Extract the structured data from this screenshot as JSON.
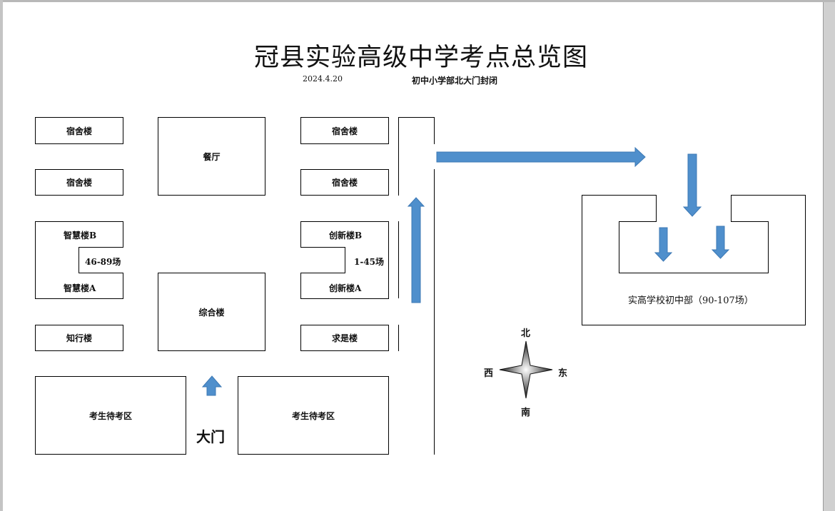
{
  "title": "冠县实验高级中学考点总览图",
  "date": "2024.4.20",
  "notice": "初中小学部北大门封闭",
  "buildings": {
    "dorm1": "宿舍楼",
    "dorm2": "宿舍楼",
    "canteen": "餐厅",
    "dorm3": "宿舍楼",
    "dorm4": "宿舍楼",
    "zhihui_b": "智慧楼B",
    "zhihui_a": "智慧楼A",
    "zhihui_rooms": "46-89场",
    "chuangxin_b": "创新楼B",
    "chuangxin_a": "创新楼A",
    "chuangxin_rooms": "1-45场",
    "zonghe": "综合楼",
    "zhixing": "知行楼",
    "qiushi": "求是楼",
    "waiting_left": "考生待考区",
    "waiting_right": "考生待考区",
    "gate": "大门"
  },
  "junior_high": "实高学校初中部（90-107场）",
  "compass": {
    "north": "北",
    "south": "南",
    "west": "西",
    "east": "东"
  },
  "colors": {
    "arrow_fill": "#4f8fcc",
    "arrow_stroke": "#3c78b4",
    "line": "#000000",
    "page": "#ffffff"
  }
}
